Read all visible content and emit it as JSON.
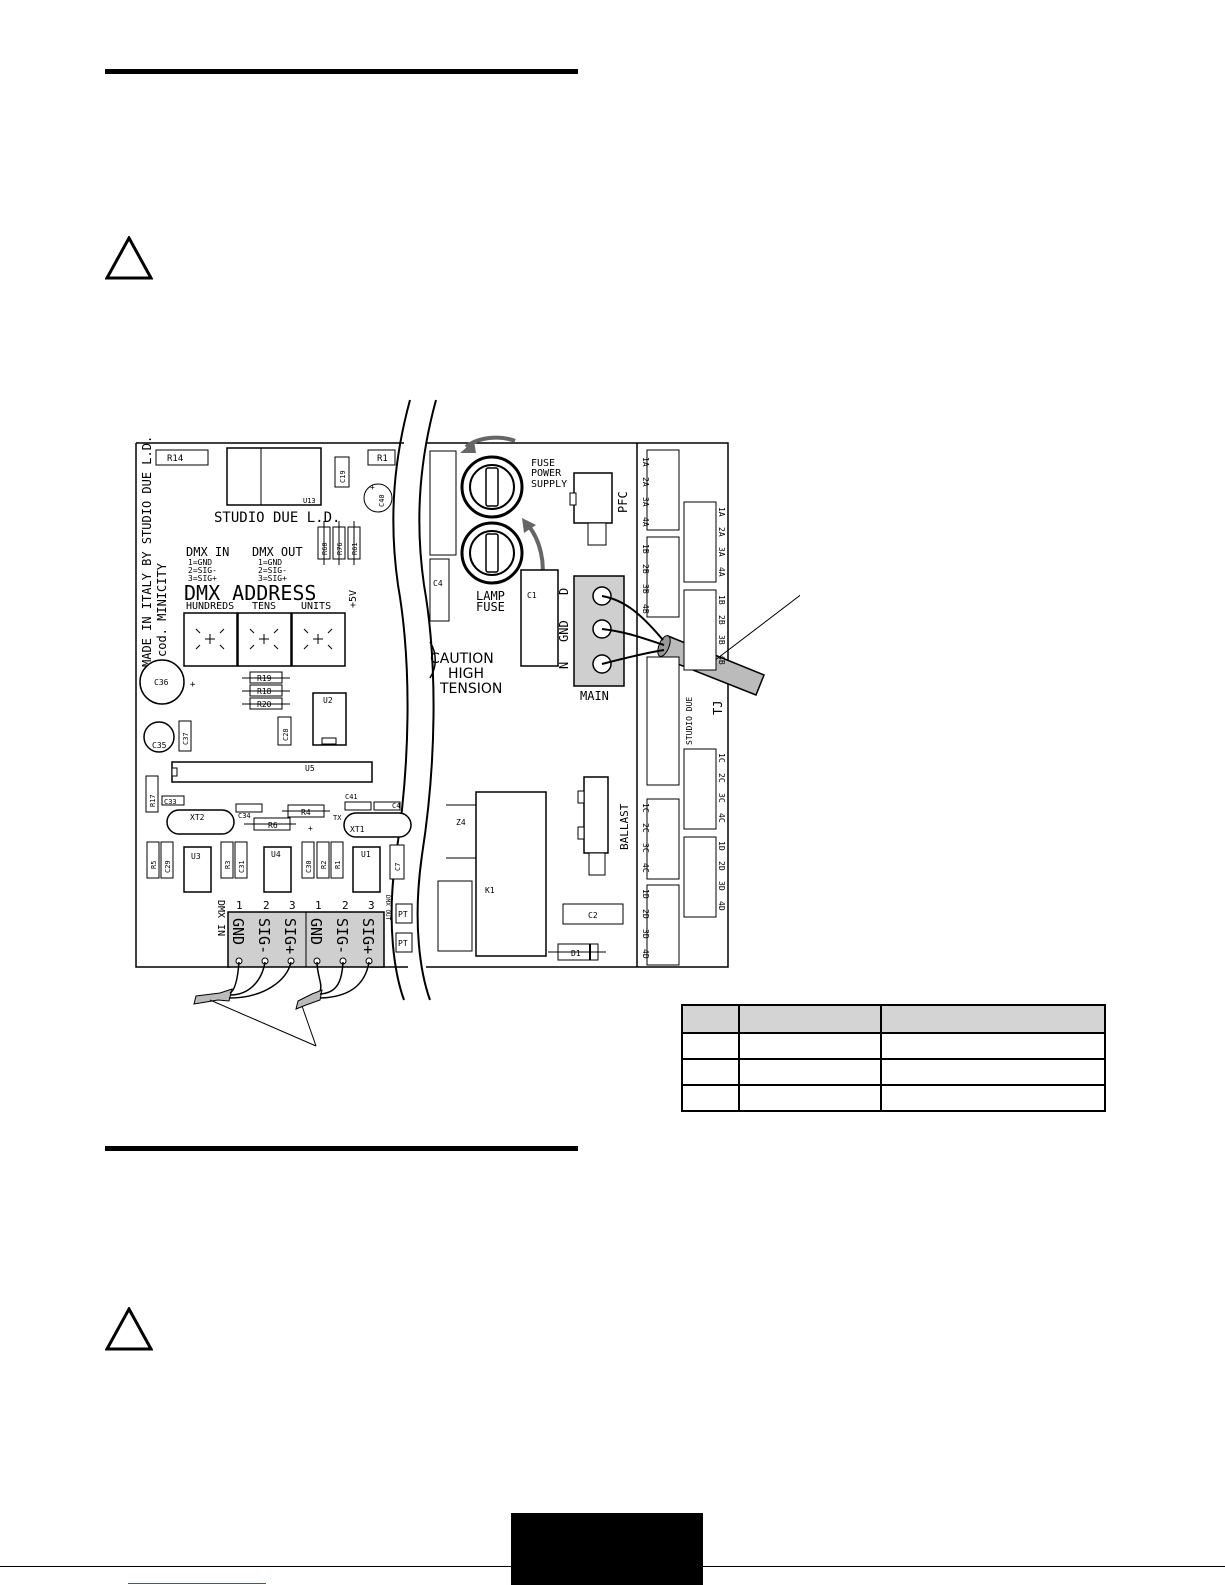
{
  "pcb": {
    "maker_line1": "MADE IN ITALY BY STUDIO DUE L.D.",
    "maker_line2": "cod. MINICITY",
    "brand_u13": "STUDIO DUE L.D.",
    "u13": "U13",
    "dmx_in_title": "DMX IN",
    "dmx_out_title": "DMX OUT",
    "pin_gnd": "1=GND",
    "pin_sig_minus": "2=SIG-",
    "pin_sig_plus": "3=SIG+",
    "dmx_address": "DMX ADDRESS",
    "plus5v": "+5V",
    "hundreds": "HUNDREDS",
    "tens": "TENS",
    "units": "UNITS",
    "fuse_power_1": "FUSE",
    "fuse_power_2": "POWER",
    "fuse_power_3": "SUPPLY",
    "lamp_fuse_1": "LAMP",
    "lamp_fuse_2": "FUSE",
    "pfc": "PFC",
    "caution_1": "CAUTION",
    "caution_2": "HIGH",
    "caution_3": "TENSION",
    "main": "MAIN",
    "main_d": "D",
    "main_gnd": "GND",
    "main_n": "N",
    "ballast": "BALLAST",
    "studio_due": "STUDIO DUE",
    "tj": "TJ",
    "dmx_in_side": "DMX IN",
    "dmx_out_side": "DMX OUT",
    "term_nums": [
      "1",
      "2",
      "3",
      "1",
      "2",
      "3"
    ],
    "term_labels": [
      "GND",
      "SIG-",
      "SIG+",
      "GND",
      "SIG-",
      "SIG+"
    ],
    "pt": "PT",
    "components": {
      "r14": "R14",
      "r1": "R1",
      "c19": "C19",
      "c40": "C40",
      "r60": "R60",
      "r76": "R76",
      "r61": "R61",
      "c4": "C4",
      "c1": "C1",
      "c36": "C36",
      "c35": "C35",
      "c37": "C37",
      "r19": "R19",
      "r18": "R18",
      "r20": "R20",
      "u2": "U2",
      "c28": "C28",
      "u5": "U5",
      "r17": "R17",
      "c33": "C33",
      "xt2": "XT2",
      "c34": "C34",
      "r4": "R4",
      "r6": "R6",
      "c41": "C41",
      "c4b": "C4",
      "tx": "TX",
      "xt1": "XT1",
      "r5": "R5",
      "c29": "C29",
      "u3": "U3",
      "r3": "R3",
      "c31": "C31",
      "u4": "U4",
      "c30": "C30",
      "r2": "R2",
      "r1b": "R1",
      "u1": "U1",
      "c7": "C7",
      "z4": "Z4",
      "k1": "K1",
      "c2": "C2",
      "d1": "D1"
    },
    "jumper_groups": [
      [
        "1A",
        "2A",
        "3A",
        "4A"
      ],
      [
        "4A",
        "3A",
        "2A",
        "1A"
      ],
      [
        "1B",
        "2B",
        "3B",
        "4B"
      ],
      [
        "4B",
        "3B",
        "2B",
        "1B"
      ],
      [
        "1C",
        "2C",
        "3C",
        "4C"
      ],
      [
        "4C",
        "3C",
        "2C",
        "1C"
      ],
      [
        "1D",
        "2D",
        "3D",
        "4D"
      ],
      [
        "4D",
        "3D",
        "2D",
        "1D"
      ]
    ]
  },
  "table": {
    "headers": [
      "",
      "",
      ""
    ],
    "rows": [
      [
        "",
        "",
        ""
      ],
      [
        "",
        "",
        ""
      ],
      [
        "",
        "",
        ""
      ]
    ]
  }
}
